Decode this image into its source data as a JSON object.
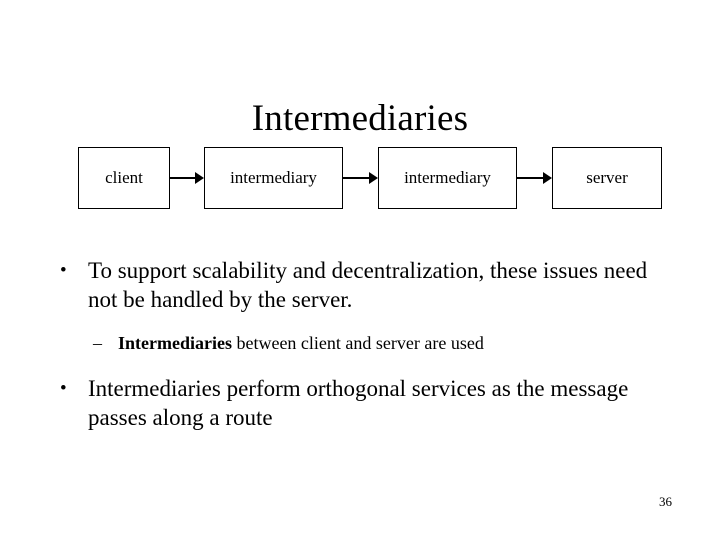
{
  "slide": {
    "title": "Intermediaries",
    "page_number": "36"
  },
  "diagram": {
    "nodes": [
      {
        "label": "client"
      },
      {
        "label": "intermediary"
      },
      {
        "label": "intermediary"
      },
      {
        "label": "server"
      }
    ],
    "arrows": [
      {
        "name": "arrow-client-to-intermediary-1"
      },
      {
        "name": "arrow-intermediary-1-to-intermediary-2"
      },
      {
        "name": "arrow-intermediary-2-to-server"
      }
    ]
  },
  "body": {
    "bullets": [
      {
        "level": 1,
        "marker": "•",
        "text": "To support scalability and decentralization, these issues need not be handled by the server."
      },
      {
        "level": 2,
        "marker": "–",
        "emphasis": "Intermediaries",
        "text": " between client and server are used"
      },
      {
        "level": 1,
        "marker": "•",
        "text": "Intermediaries perform orthogonal services as the message passes along a route"
      }
    ]
  }
}
